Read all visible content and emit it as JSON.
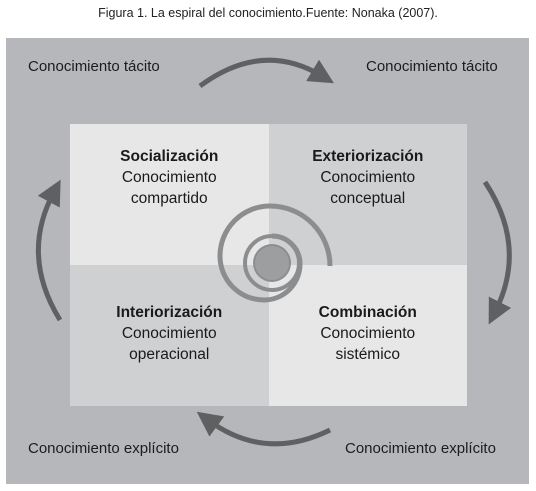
{
  "caption": "Figura 1. La espiral del conocimiento.Fuente: Nonaka (2007).",
  "corners": {
    "top_left": "Conocimiento tácito",
    "top_right": "Conocimiento tácito",
    "bottom_left": "Conocimiento explícito",
    "bottom_right": "Conocimiento explícito"
  },
  "quadrants": {
    "socializacion": {
      "title": "Socialización",
      "line1": "Conocimiento",
      "line2": "compartido"
    },
    "exteriorizacion": {
      "title": "Exteriorización",
      "line1": "Conocimiento",
      "line2": "conceptual"
    },
    "interiorizacion": {
      "title": "Interiorización",
      "line1": "Conocimiento",
      "line2": "operacional"
    },
    "combinacion": {
      "title": "Combinación",
      "line1": "Conocimiento",
      "line2": "sistémico"
    }
  },
  "colors": {
    "frame": "#b5b7ba",
    "quadrant_light": "#e7e7e8",
    "quadrant_dark": "#cfd0d1",
    "arrow": "#5f6062",
    "spiral": "#8c8d8f"
  }
}
